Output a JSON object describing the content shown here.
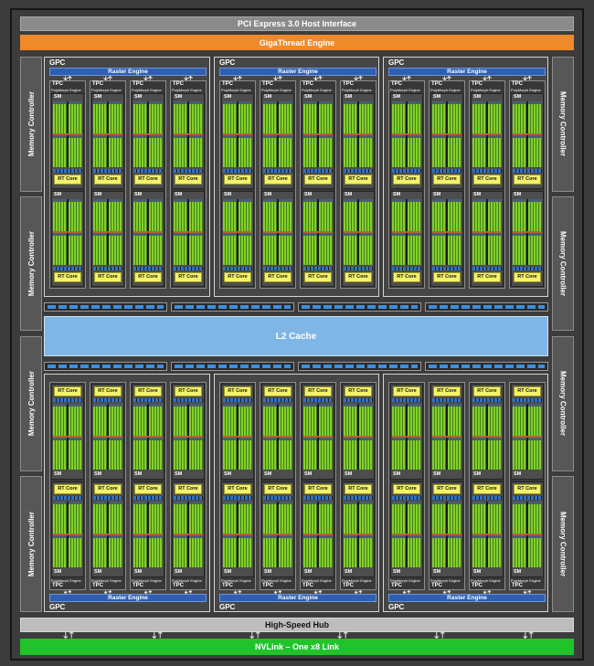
{
  "host_interface": {
    "label": "PCI Express 3.0 Host Interface"
  },
  "gigathread_engine": {
    "label": "GigaThread Engine"
  },
  "memory_controllers": {
    "left": [
      "Memory Controller",
      "Memory Controller",
      "Memory Controller",
      "Memory Controller"
    ],
    "right": [
      "Memory Controller",
      "Memory Controller",
      "Memory Controller",
      "Memory Controller"
    ]
  },
  "gpcs": [
    {
      "label": "GPC",
      "raster_engine": "Raster Engine",
      "tpcs": [
        {
          "label": "TPC",
          "polymorph_engine": "PolyMorph Engine",
          "sms": [
            {
              "label": "SM",
              "rt_core": "RT Core"
            },
            {
              "label": "SM",
              "rt_core": "RT Core"
            }
          ]
        },
        {
          "label": "TPC",
          "polymorph_engine": "PolyMorph Engine",
          "sms": [
            {
              "label": "SM",
              "rt_core": "RT Core"
            },
            {
              "label": "SM",
              "rt_core": "RT Core"
            }
          ]
        },
        {
          "label": "TPC",
          "polymorph_engine": "PolyMorph Engine",
          "sms": [
            {
              "label": "SM",
              "rt_core": "RT Core"
            },
            {
              "label": "SM",
              "rt_core": "RT Core"
            }
          ]
        },
        {
          "label": "TPC",
          "polymorph_engine": "PolyMorph Engine",
          "sms": [
            {
              "label": "SM",
              "rt_core": "RT Core"
            },
            {
              "label": "SM",
              "rt_core": "RT Core"
            }
          ]
        }
      ]
    },
    {
      "label": "GPC",
      "raster_engine": "Raster Engine",
      "tpcs": [
        {
          "label": "TPC",
          "polymorph_engine": "PolyMorph Engine",
          "sms": [
            {
              "label": "SM",
              "rt_core": "RT Core"
            },
            {
              "label": "SM",
              "rt_core": "RT Core"
            }
          ]
        },
        {
          "label": "TPC",
          "polymorph_engine": "PolyMorph Engine",
          "sms": [
            {
              "label": "SM",
              "rt_core": "RT Core"
            },
            {
              "label": "SM",
              "rt_core": "RT Core"
            }
          ]
        },
        {
          "label": "TPC",
          "polymorph_engine": "PolyMorph Engine",
          "sms": [
            {
              "label": "SM",
              "rt_core": "RT Core"
            },
            {
              "label": "SM",
              "rt_core": "RT Core"
            }
          ]
        },
        {
          "label": "TPC",
          "polymorph_engine": "PolyMorph Engine",
          "sms": [
            {
              "label": "SM",
              "rt_core": "RT Core"
            },
            {
              "label": "SM",
              "rt_core": "RT Core"
            }
          ]
        }
      ]
    },
    {
      "label": "GPC",
      "raster_engine": "Raster Engine",
      "tpcs": [
        {
          "label": "TPC",
          "polymorph_engine": "PolyMorph Engine",
          "sms": [
            {
              "label": "SM",
              "rt_core": "RT Core"
            },
            {
              "label": "SM",
              "rt_core": "RT Core"
            }
          ]
        },
        {
          "label": "TPC",
          "polymorph_engine": "PolyMorph Engine",
          "sms": [
            {
              "label": "SM",
              "rt_core": "RT Core"
            },
            {
              "label": "SM",
              "rt_core": "RT Core"
            }
          ]
        },
        {
          "label": "TPC",
          "polymorph_engine": "PolyMorph Engine",
          "sms": [
            {
              "label": "SM",
              "rt_core": "RT Core"
            },
            {
              "label": "SM",
              "rt_core": "RT Core"
            }
          ]
        },
        {
          "label": "TPC",
          "polymorph_engine": "PolyMorph Engine",
          "sms": [
            {
              "label": "SM",
              "rt_core": "RT Core"
            },
            {
              "label": "SM",
              "rt_core": "RT Core"
            }
          ]
        }
      ]
    },
    {
      "label": "GPC",
      "raster_engine": "Raster Engine",
      "tpcs": [
        {
          "label": "TPC",
          "polymorph_engine": "PolyMorph Engine",
          "sms": [
            {
              "label": "SM",
              "rt_core": "RT Core"
            },
            {
              "label": "SM",
              "rt_core": "RT Core"
            }
          ]
        },
        {
          "label": "TPC",
          "polymorph_engine": "PolyMorph Engine",
          "sms": [
            {
              "label": "SM",
              "rt_core": "RT Core"
            },
            {
              "label": "SM",
              "rt_core": "RT Core"
            }
          ]
        },
        {
          "label": "TPC",
          "polymorph_engine": "PolyMorph Engine",
          "sms": [
            {
              "label": "SM",
              "rt_core": "RT Core"
            },
            {
              "label": "SM",
              "rt_core": "RT Core"
            }
          ]
        },
        {
          "label": "TPC",
          "polymorph_engine": "PolyMorph Engine",
          "sms": [
            {
              "label": "SM",
              "rt_core": "RT Core"
            },
            {
              "label": "SM",
              "rt_core": "RT Core"
            }
          ]
        }
      ]
    },
    {
      "label": "GPC",
      "raster_engine": "Raster Engine",
      "tpcs": [
        {
          "label": "TPC",
          "polymorph_engine": "PolyMorph Engine",
          "sms": [
            {
              "label": "SM",
              "rt_core": "RT Core"
            },
            {
              "label": "SM",
              "rt_core": "RT Core"
            }
          ]
        },
        {
          "label": "TPC",
          "polymorph_engine": "PolyMorph Engine",
          "sms": [
            {
              "label": "SM",
              "rt_core": "RT Core"
            },
            {
              "label": "SM",
              "rt_core": "RT Core"
            }
          ]
        },
        {
          "label": "TPC",
          "polymorph_engine": "PolyMorph Engine",
          "sms": [
            {
              "label": "SM",
              "rt_core": "RT Core"
            },
            {
              "label": "SM",
              "rt_core": "RT Core"
            }
          ]
        },
        {
          "label": "TPC",
          "polymorph_engine": "PolyMorph Engine",
          "sms": [
            {
              "label": "SM",
              "rt_core": "RT Core"
            },
            {
              "label": "SM",
              "rt_core": "RT Core"
            }
          ]
        }
      ]
    },
    {
      "label": "GPC",
      "raster_engine": "Raster Engine",
      "tpcs": [
        {
          "label": "TPC",
          "polymorph_engine": "PolyMorph Engine",
          "sms": [
            {
              "label": "SM",
              "rt_core": "RT Core"
            },
            {
              "label": "SM",
              "rt_core": "RT Core"
            }
          ]
        },
        {
          "label": "TPC",
          "polymorph_engine": "PolyMorph Engine",
          "sms": [
            {
              "label": "SM",
              "rt_core": "RT Core"
            },
            {
              "label": "SM",
              "rt_core": "RT Core"
            }
          ]
        },
        {
          "label": "TPC",
          "polymorph_engine": "PolyMorph Engine",
          "sms": [
            {
              "label": "SM",
              "rt_core": "RT Core"
            },
            {
              "label": "SM",
              "rt_core": "RT Core"
            }
          ]
        },
        {
          "label": "TPC",
          "polymorph_engine": "PolyMorph Engine",
          "sms": [
            {
              "label": "SM",
              "rt_core": "RT Core"
            },
            {
              "label": "SM",
              "rt_core": "RT Core"
            }
          ]
        }
      ]
    }
  ],
  "l2_cache": {
    "label": "L2 Cache"
  },
  "high_speed_hub": {
    "label": "High-Speed Hub"
  },
  "nvlink": {
    "label": "NVLink – One x8 Link"
  },
  "icons": {
    "raster_link": "bidirectional-arrow-icon",
    "hub_link": "bidirectional-arrow-icon"
  },
  "colors": {
    "background": "#3c3c3c",
    "host_interface": "#8a8a8a",
    "gigathread_engine": "#f0892a",
    "memory_controller": "#575757",
    "raster_engine": "#2f5fb3",
    "crossbar": "#3d8fe0",
    "l2_cache": "#7fb6e6",
    "sm_core": "#84d02c",
    "rt_core": "#f4f26a",
    "high_speed_hub": "#bdbdbd",
    "nvlink": "#21c32b"
  }
}
